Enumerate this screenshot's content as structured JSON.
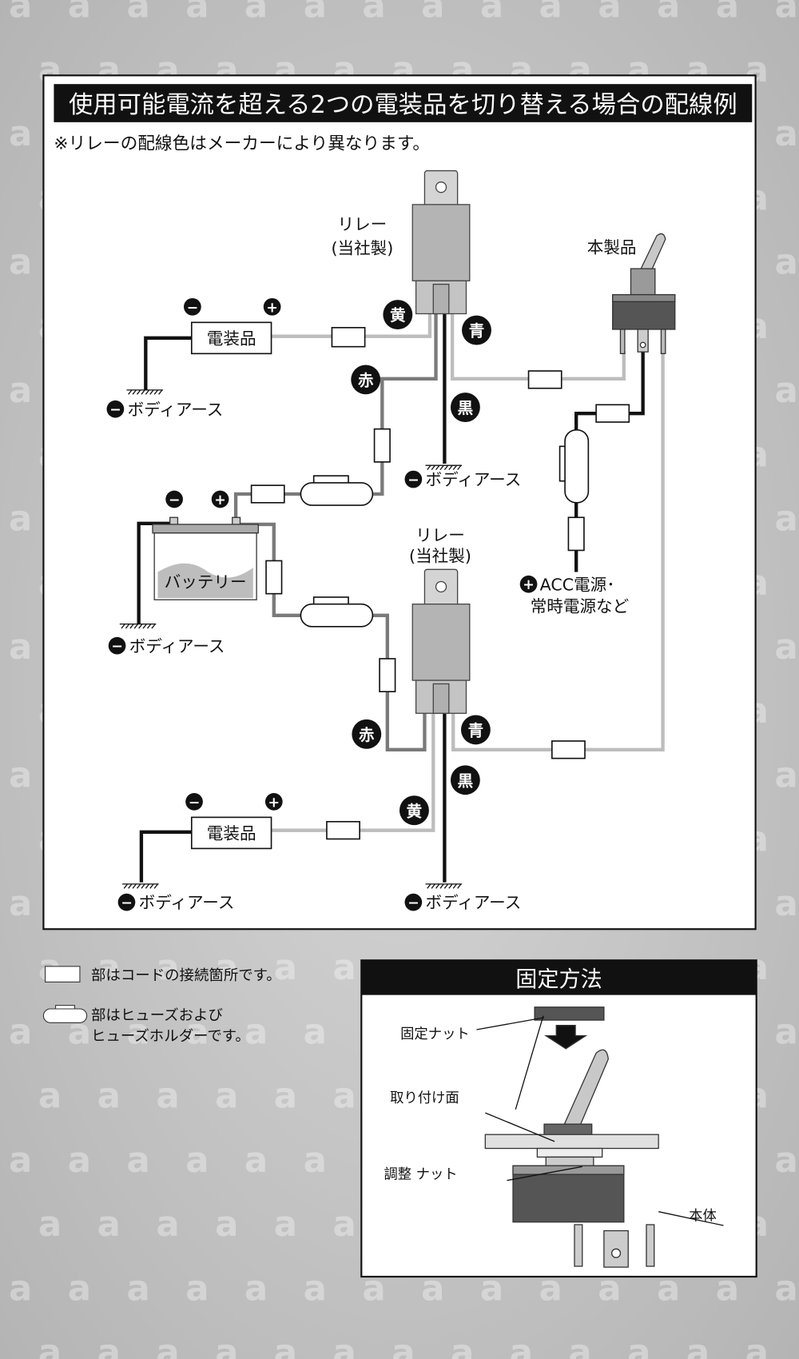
{
  "main_panel": {
    "title": "使用可能電流を超える2つの電装品を切り替える場合の配線例",
    "note": "※リレーの配線色はメーカーにより異なります。",
    "relay_top": {
      "line1": "リレー",
      "line2": "(当社製)"
    },
    "relay_bottom": {
      "line1": "リレー",
      "line2": "(当社製)"
    },
    "product_label": "本製品",
    "device_label": "電装品",
    "battery_label": "バッテリー",
    "ground_label": "ボディアース",
    "acc_line1": "ACC電源･",
    "acc_line2": "常時電源など",
    "minus_symbol": "−",
    "plus_symbol": "+",
    "wire_colors": {
      "yellow": "黄",
      "blue": "青",
      "red": "赤",
      "black": "黒"
    }
  },
  "legend": {
    "connector_text": "部はコードの接続箇所です。",
    "fuse_text_line1": "部はヒューズおよび",
    "fuse_text_line2": "ヒューズホルダーです。"
  },
  "mounting_panel": {
    "title": "固定方法",
    "fixing_nut": "固定ナット",
    "mounting_surface": "取り付け面",
    "adjust_nut": "調整 ナット",
    "body": "本体"
  },
  "colors": {
    "wire_light": "#bdbdbd",
    "wire_mid": "#7a7a7a",
    "wire_black": "#111111",
    "switch_body": "#555555"
  }
}
